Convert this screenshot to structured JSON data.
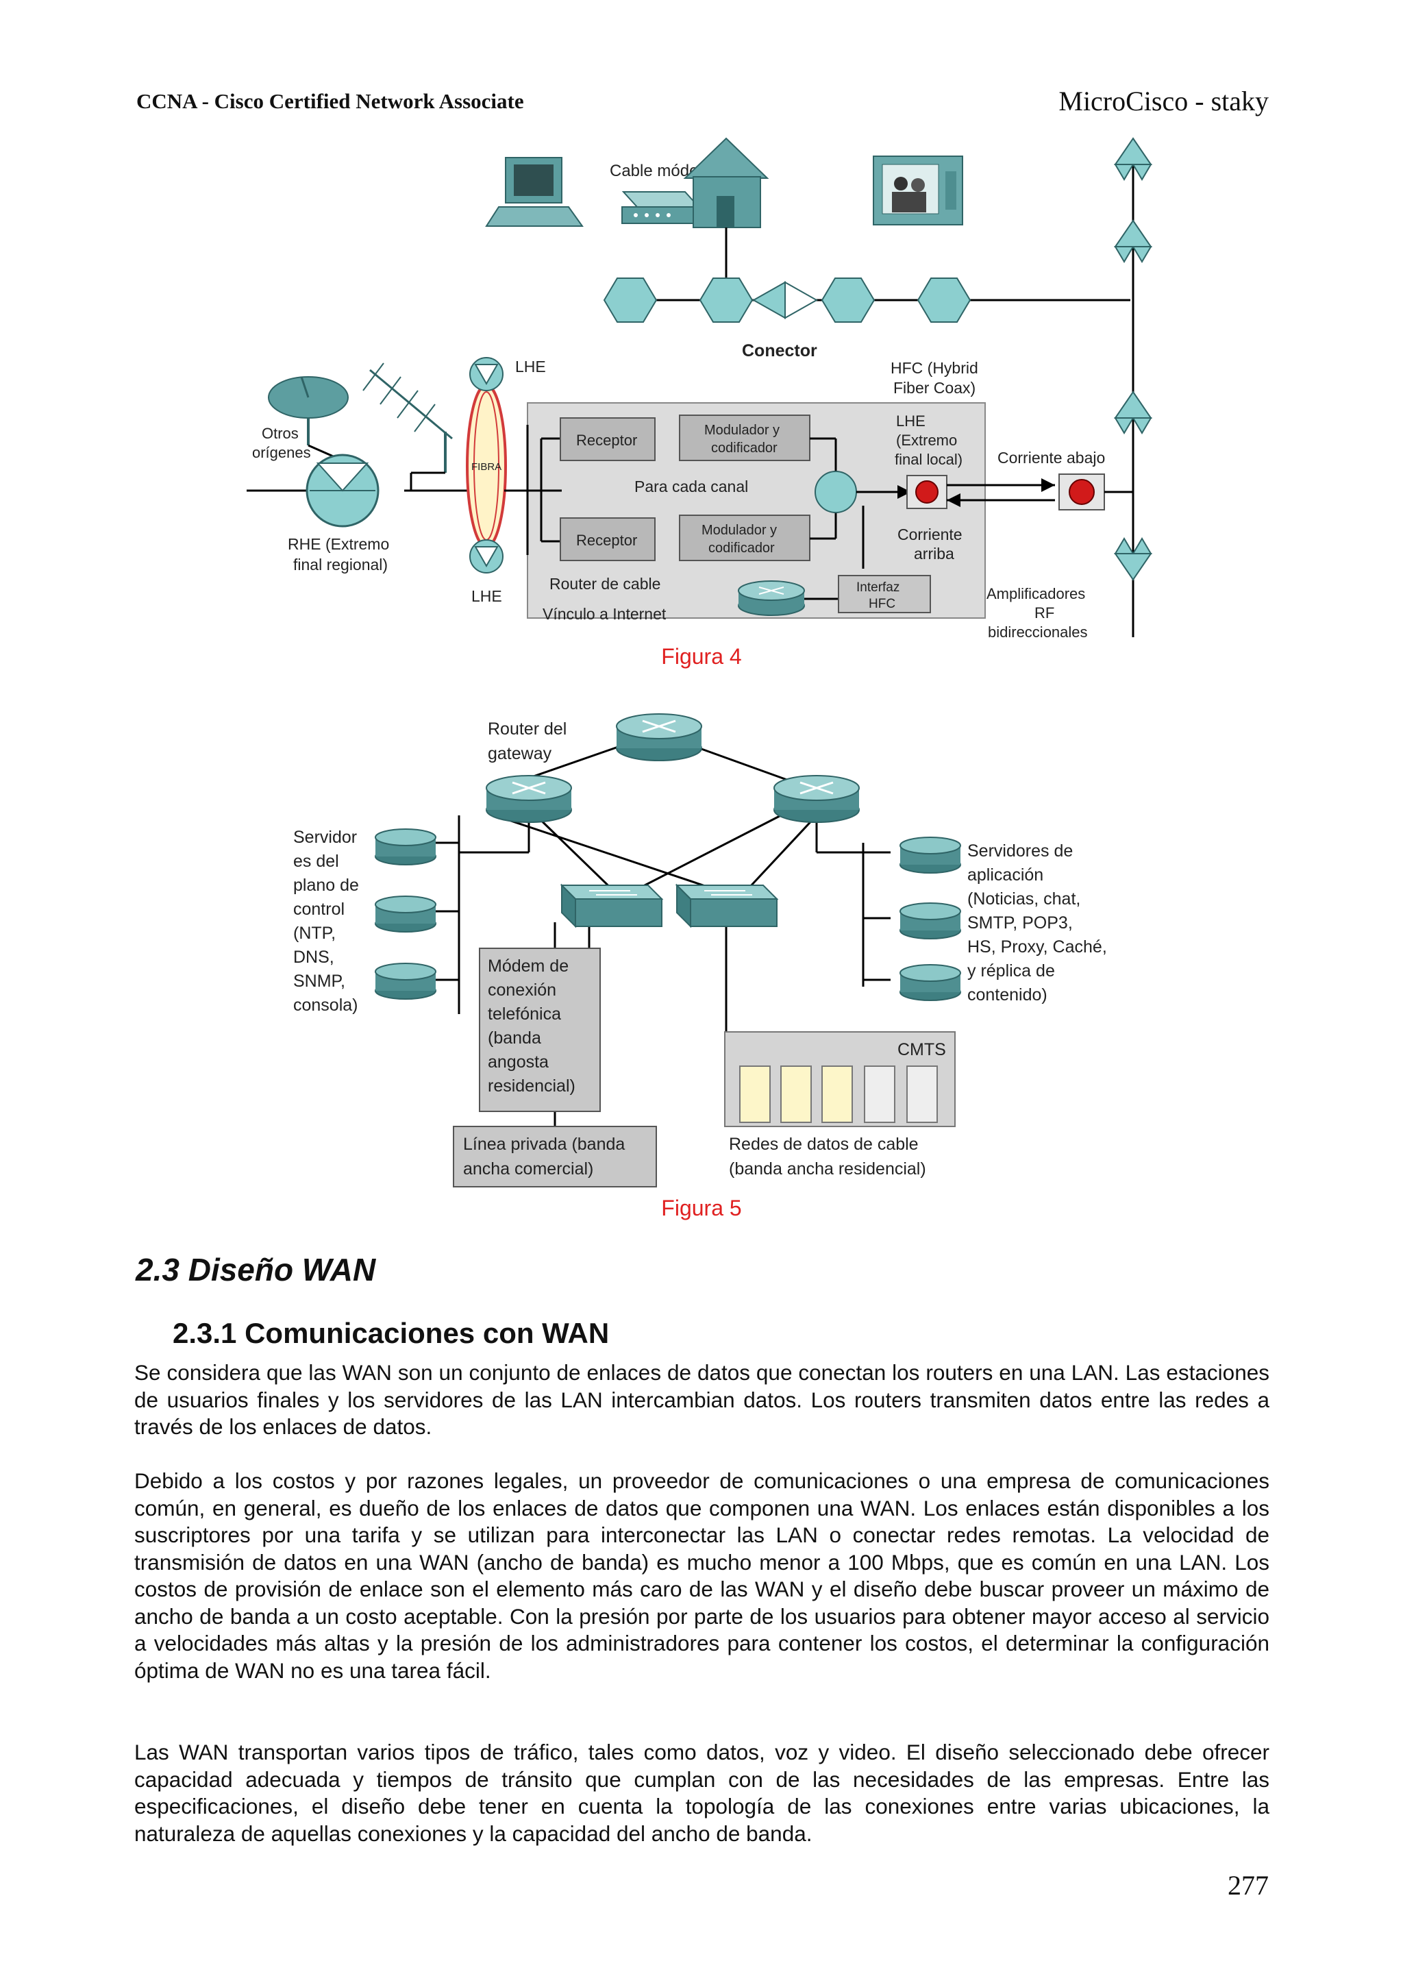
{
  "header": {
    "left": "CCNA - Cisco Certified Network Associate",
    "right": "MicroCisco - staky"
  },
  "figure4": {
    "caption": "Figura 4",
    "labels": {
      "cable_modem": "Cable módem",
      "conector": "Conector",
      "lhe_top": "LHE",
      "lhe_bottom": "LHE",
      "hfc1": "HFC (Hybrid",
      "hfc2": "Fiber Coax)",
      "otros1": "Otros",
      "otros2": "orígenes",
      "fibra": "FIBRA",
      "receptor1": "Receptor",
      "receptor2": "Receptor",
      "mod1a": "Modulador y",
      "mod1b": "codificador",
      "mod2a": "Modulador y",
      "mod2b": "codificador",
      "para_cada_canal": "Para cada canal",
      "lhe_ext1": "LHE",
      "lhe_ext2": "(Extremo",
      "lhe_ext3": "final local)",
      "corriente_abajo": "Corriente abajo",
      "corriente_arriba1": "Corriente",
      "corriente_arriba2": "arriba",
      "rhe1": "RHE (Extremo",
      "rhe2": "final regional)",
      "router_cable": "Router de cable",
      "vinculo": "Vínculo a Internet",
      "interfaz1": "Interfaz",
      "interfaz2": "HFC",
      "amp1": "Amplificadores",
      "amp2": "RF",
      "amp3": "bidireccionales"
    }
  },
  "figure5": {
    "caption": "Figura 5",
    "labels": {
      "router_gw1": "Router del",
      "router_gw2": "gateway",
      "serv_ctrl": [
        "Servidor",
        "es del",
        "plano de",
        "control",
        "(NTP,",
        "DNS,",
        "SNMP,",
        "consola)"
      ],
      "serv_app": [
        "Servidores de",
        "aplicación",
        "(Noticias, chat,",
        "SMTP, POP3,",
        "HS, Proxy, Caché,",
        "y réplica de",
        "contenido)"
      ],
      "modem": [
        "Módem de",
        "conexión",
        "telefónica",
        "(banda",
        "angosta",
        "residencial)"
      ],
      "linea1": "Línea privada (banda",
      "linea2": "ancha comercial)",
      "cmts": "CMTS",
      "redes1": "Redes de datos de cable",
      "redes2": "(banda ancha residencial)"
    }
  },
  "section": {
    "heading": "2.3 Diseño WAN",
    "subheading": "2.3.1 Comunicaciones con WAN",
    "paragraphs": [
      "Se considera que las WAN son un conjunto de enlaces de datos que conectan los routers en una LAN. Las estaciones de usuarios finales y los servidores de las LAN intercambian datos. Los routers transmiten datos entre las redes a través de los enlaces de datos.",
      "Debido a los costos y por razones legales, un proveedor de comunicaciones o una empresa de comunicaciones común, en general, es dueño de los enlaces de datos que componen una WAN. Los enlaces están disponibles a los suscriptores por una tarifa y se utilizan para interconectar las LAN o conectar redes remotas. La velocidad de transmisión de datos en una WAN (ancho de banda) es mucho menor a 100 Mbps, que es común en una LAN. Los costos de provisión de enlace son el elemento más caro de las WAN y el diseño debe buscar proveer un máximo de ancho de banda a un costo aceptable. Con la presión por parte de los usuarios para obtener mayor acceso al servicio a velocidades más altas y la presión de los administradores para contener los costos, el determinar la configuración óptima de WAN no es una tarea fácil.",
      "Las WAN transportan varios tipos de tráfico, tales como datos, voz y video. El diseño seleccionado debe ofrecer capacidad adecuada y tiempos de tránsito que cumplan con de las necesidades de las empresas. Entre las especificaciones, el diseño debe tener en cuenta la topología de las conexiones entre varias ubicaciones, la naturaleza de aquellas conexiones y la capacidad del ancho de banda."
    ]
  },
  "page_number": "277"
}
